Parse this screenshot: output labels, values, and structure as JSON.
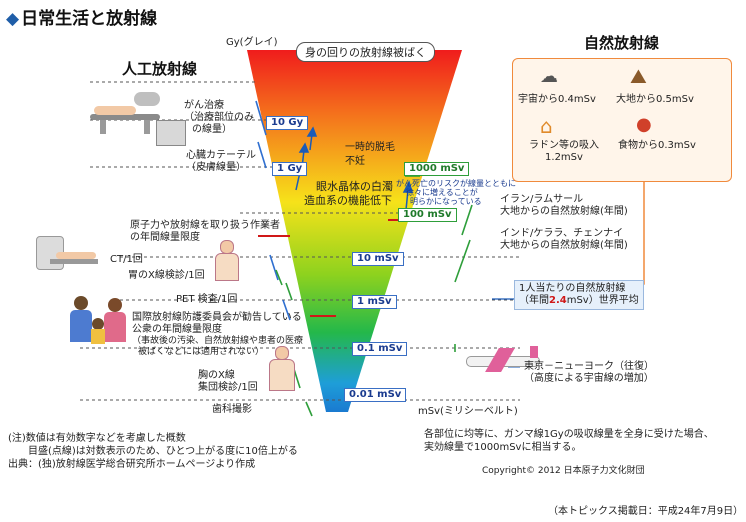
{
  "title": "日常生活と放射線",
  "headings": {
    "artificial": "人工放射線",
    "natural": "自然放射線"
  },
  "funnel": {
    "top_label": "身の回りの放射線被ばく",
    "gy_unit": "Gy(グレイ)",
    "msv_unit": "mSv(ミリシーベルト)",
    "levels": {
      "gy10": "10 Gy",
      "gy1": "1 Gy",
      "msv1000": "1000 mSv",
      "msv100": "100 mSv",
      "msv10": "10 mSv",
      "msv1": "1 mSv",
      "msv01": "0.1 mSv",
      "msv001": "0.01 mSv"
    },
    "effects": {
      "hair": "一時的脱毛",
      "sterility": "不妊",
      "cataract": "眼水晶体の白濁",
      "hematopoietic": "造血系の機能低下",
      "cancer_risk_1": "がん死亡のリスクが線量とともに",
      "cancer_risk_2": "徐々に増えることが",
      "cancer_risk_3": "明らかになっている"
    }
  },
  "artificial": {
    "cancer_1": "がん治療",
    "cancer_2": "（治療部位のみ",
    "cancer_3": "の線量）",
    "cath_1": "心臓カテーテル",
    "cath_2": "（皮膚線量）",
    "worker_1": "原子力や放射線を取り扱う作業者",
    "worker_2": "の年間線量限度",
    "ct": "CT/1回",
    "stomach": "胃のX線検診/1回",
    "pet": "PET 検査/1回",
    "icrp_1": "国際放射線防護委員会が勧告している",
    "icrp_2": "公衆の年間線量限度",
    "icrp_3": "（事故後の汚染、自然放射線や患者の医療",
    "icrp_4": "被ばくなどには適用されない）",
    "chest_1": "胸のX線",
    "chest_2": "集団検診/1回",
    "dental": "歯科撮影"
  },
  "natural": {
    "space": "宇宙から0.4mSv",
    "earth": "大地から0.5mSv",
    "radon_1": "ラドン等の吸入",
    "radon_2": "1.2mSv",
    "food": "食物から0.3mSv",
    "iran_1": "イラン/ラムサール",
    "iran_2": "大地からの自然放射線(年間)",
    "india_1": "インド/ケララ、チェンナイ",
    "india_2": "大地からの自然放射線(年間)",
    "avg_1": "1人当たりの自然放射線",
    "avg_2a": "（年間",
    "avg_2b": "2.4",
    "avg_2c": "mSv）世界平均",
    "flight_1": "東京－ニューヨーク（往復）",
    "flight_2": "（高度による宇宙線の増加）"
  },
  "notes": {
    "n1": "(注)数値は有効数字などを考慮した概数",
    "n2": "　　目盛(点線)は対数表示のため、ひとつ上がる度に10倍上がる",
    "n3": "出典：(独)放射線医学総合研究所ホームページより作成",
    "gray_1": "各部位に均等に、ガンマ線1Gyの吸収線量を全身に受けた場合、",
    "gray_2": "実効線量で1000mSvに相当する。",
    "copyright": "Copyright© 2012 日本原子力文化財団",
    "published": "（本トピックス掲載日：平成24年7月9日）"
  },
  "colors": {
    "accent": "#1f5ea8",
    "callout_border": "#f08a3c",
    "limit_red": "#d01818"
  }
}
